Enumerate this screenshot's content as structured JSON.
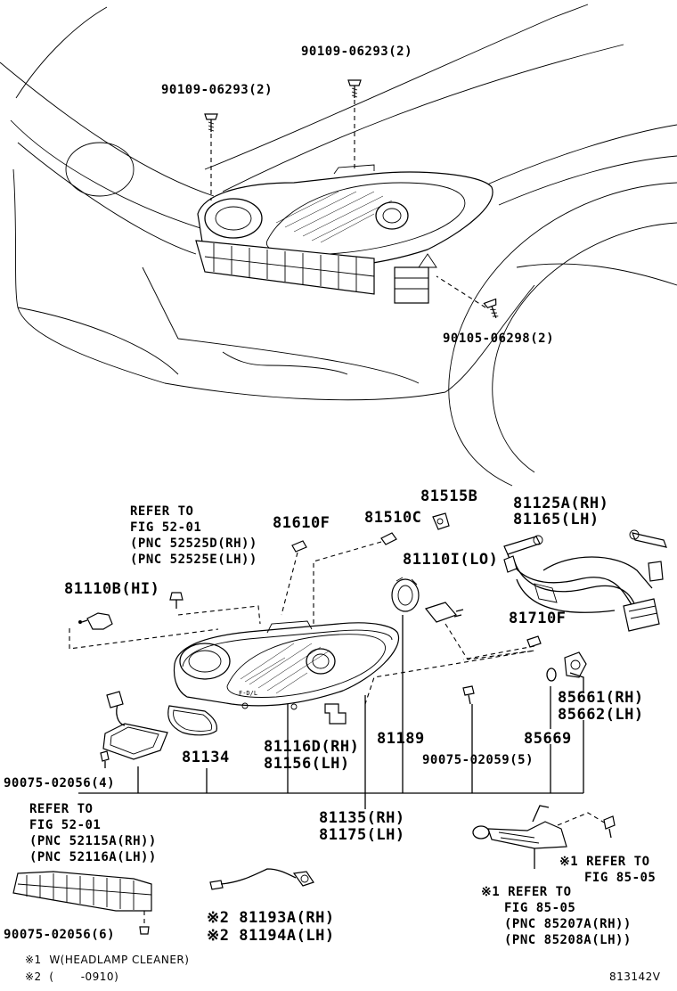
{
  "labels": {
    "bolt_top_right": "90109-06293(2)",
    "bolt_top_left": "90109-06293(2)",
    "bolt_mid_right": "90105-06298(2)",
    "refer_52_01_a_line1": "REFER TO",
    "refer_52_01_a_line2": "FIG 52-01",
    "refer_52_01_a_line3": "(PNC 52525D(RH))",
    "refer_52_01_a_line4": "(PNC 52525E(LH))",
    "p81610f": "81610F",
    "p81510c": "81510C",
    "p81515b": "81515B",
    "p81125a": "81125A(RH)",
    "p81165": "81165(LH)",
    "p81110b": "81110B(HI)",
    "p81110i": "81110I(LO)",
    "p81710f": "81710F",
    "p85661": "85661(RH)",
    "p85662": "85662(LH)",
    "p81116d": "81116D(RH)",
    "p81156": "81156(LH)",
    "p81189": "81189",
    "p85669": "85669",
    "p81134": "81134",
    "screw_4": "90075-02056(4)",
    "screw_5": "90075-02059(5)",
    "p81135": "81135(RH)",
    "p81175": "81175(LH)",
    "refer_52_01_b_line1": "REFER TO",
    "refer_52_01_b_line2": "FIG 52-01",
    "refer_52_01_b_line3": "(PNC 52115A(RH))",
    "refer_52_01_b_line4": "(PNC 52116A(LH))",
    "screw_6": "90075-02056(6)",
    "refer_85_05_a_line1": "※1 REFER TO",
    "refer_85_05_a_line2": "FIG 85-05",
    "refer_85_05_b_line1": "※1 REFER TO",
    "refer_85_05_b_line2": "FIG 85-05",
    "refer_85_05_b_line3": "(PNC 85207A(RH))",
    "refer_85_05_b_line4": "(PNC 85208A(LH))",
    "p81193a": "※2 81193A(RH)",
    "p81194a": "※2 81194A(LH)",
    "footnote1": "※1  W(HEADLAMP CLEANER)",
    "footnote2": "※2  (       -0910)",
    "figure_code": "813142V"
  }
}
